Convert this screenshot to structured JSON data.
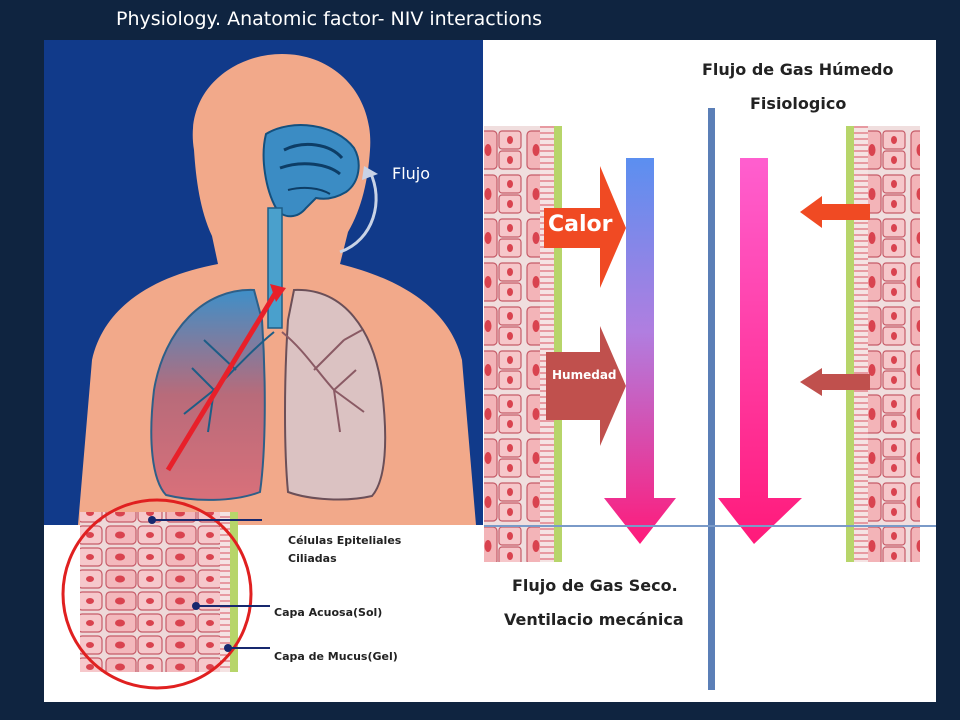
{
  "header": {
    "title": "Physiology. Anatomic factor- NIV interactions"
  },
  "labels": {
    "flujo": "Flujo",
    "calor": "Calor",
    "humedad": "Humedad",
    "humid_line1": "Flujo de Gas Húmedo",
    "humid_line2": "Fisiologico",
    "dry_line1": "Flujo de Gas Seco.",
    "dry_line2": "Ventilacio mecánica",
    "cells_line1": "Células Epiteliales",
    "cells_line2": "Ciliadas",
    "aqueous": "Capa Acuosa(Sol)",
    "mucus": "Capa de Mucus(Gel)"
  },
  "colors": {
    "navy_background": "#0f2440",
    "anatomy_blue": "#113a8a",
    "skin": "#f2a98a",
    "heat_arrow": "#f04a23",
    "humidity_arrow": "#c0504d",
    "dry_gradient_top": "#5b8ff0",
    "dry_gradient_bottom": "#ff1a7a",
    "humid_gradient_top": "#ff5fcf",
    "humid_gradient_bottom": "#ff1a7a",
    "divider": "#5b7fb7",
    "magnifier_circle": "#e02020"
  }
}
